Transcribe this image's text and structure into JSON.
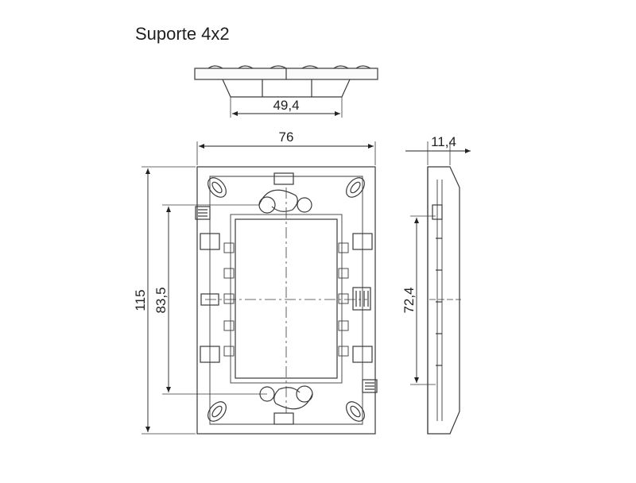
{
  "title": "Suporte 4x2",
  "dimensions": {
    "top_view_width": "49,4",
    "front_width": "76",
    "front_height_outer": "115",
    "front_height_inner": "83,5",
    "side_depth": "11,4",
    "side_height": "72,4"
  },
  "colors": {
    "line": "#3a3a3a",
    "background": "#ffffff"
  }
}
